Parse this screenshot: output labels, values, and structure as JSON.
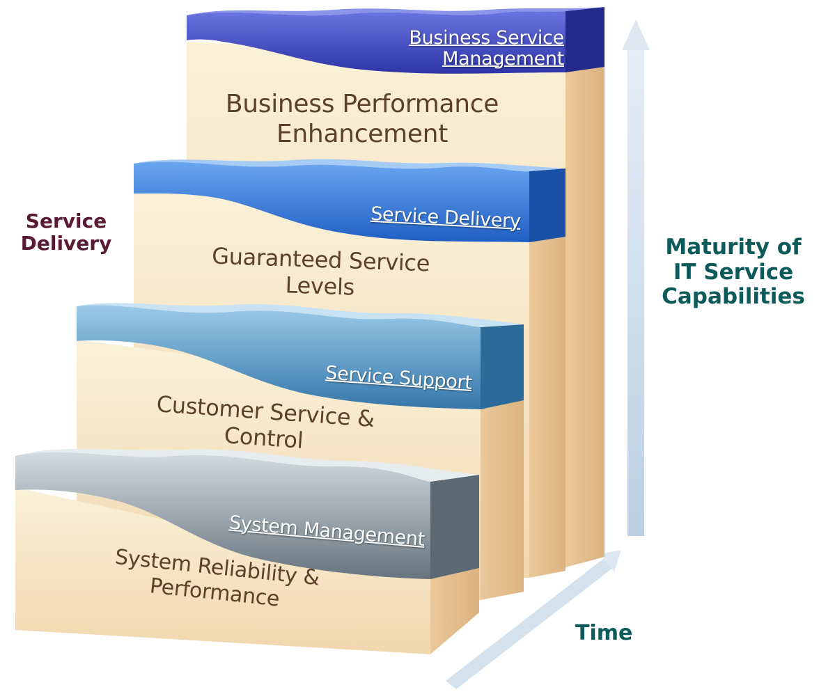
{
  "colors": {
    "left_label": "#5a1a34",
    "right_label": "#0c5a5a",
    "time_label": "#0c5a5a",
    "step_body": "#f6e3bf",
    "step_text": "#5a4128",
    "band_business": "#3c46c4",
    "band_service_delivery": "#2b6fd0",
    "band_service_support": "#3f86bd",
    "band_system": "#6f7f8c",
    "arrow": "#cfdde9"
  },
  "left_label": {
    "line1": "Service",
    "line2": "Delivery"
  },
  "right_label": {
    "line1": "Maturity of",
    "line2": "IT Service",
    "line3": "Capabilities"
  },
  "time_label": "Time",
  "steps": [
    {
      "band_line1": "Business Service",
      "band_line2": "Management",
      "text_line1": "Business Performance",
      "text_line2": "Enhancement"
    },
    {
      "band_line1": "Service Delivery",
      "text_line1": "Guaranteed Service",
      "text_line2": "Levels"
    },
    {
      "band_line1": "Service Support",
      "text_line1": "Customer Service &",
      "text_line2": "Control"
    },
    {
      "band_line1": "System Management",
      "text_line1": "System Reliability &",
      "text_line2": "Performance"
    }
  ]
}
